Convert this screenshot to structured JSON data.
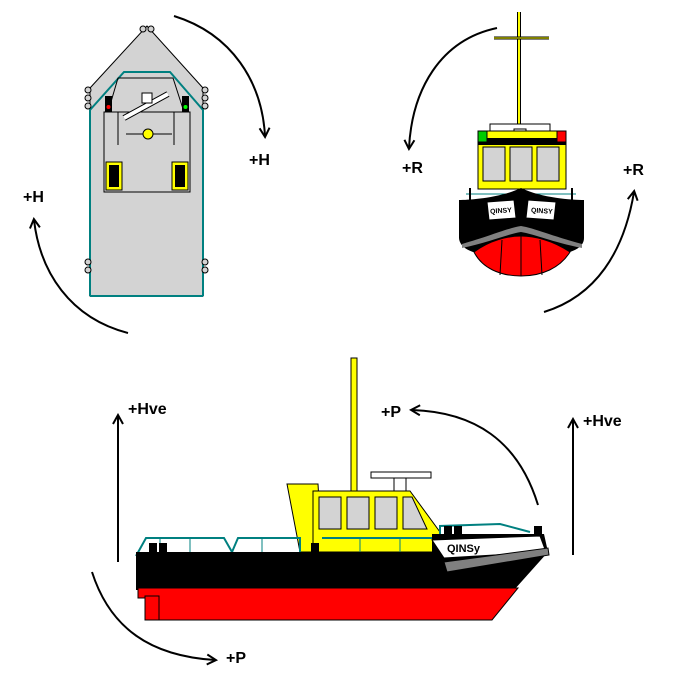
{
  "labels": {
    "heading_right": "+H",
    "heading_left": "+H",
    "roll_left": "+R",
    "roll_right": "+R",
    "heave_left": "+Hve",
    "heave_right": "+Hve",
    "pitch_top": "+P",
    "pitch_bottom": "+P"
  },
  "boat": {
    "hull_name": "QINSy",
    "bow_name_left": "QINSY",
    "bow_name_right": "QINSY"
  },
  "colors": {
    "arrow": "#000000",
    "hull_black": "#000000",
    "hull_red": "#ff0000",
    "cabin_yellow": "#ffff00",
    "deck_grey": "#d3d3d3",
    "rail_teal": "#008080",
    "grey_stripe": "#808080"
  }
}
